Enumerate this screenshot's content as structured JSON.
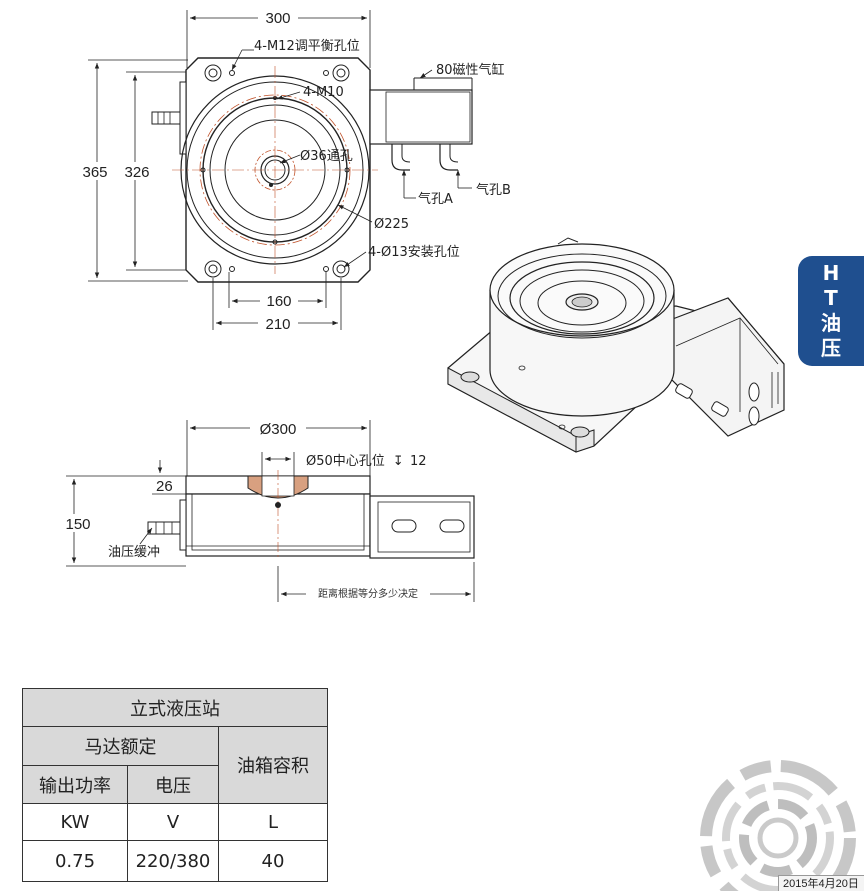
{
  "top_view": {
    "dim_width": "300",
    "dim_height_outer": "365",
    "dim_height_inner": "326",
    "dim_160": "160",
    "dim_210": "210",
    "label_m12": "4-M12调平衡孔位",
    "label_m10": "4-M10",
    "label_cylinder": "80磁性气缸",
    "label_through_hole": "Ø36通孔",
    "label_d225": "Ø225",
    "label_mount_holes": "4-Ø13安装孔位",
    "label_port_a": "气孔A",
    "label_port_b": "气孔B"
  },
  "side_view": {
    "dim_d300": "Ø300",
    "label_center_hole": "Ø50中心孔位",
    "depth_symbol": "↧",
    "depth_value": "12",
    "dim_26": "26",
    "dim_150": "150",
    "label_buffer": "油压缓冲",
    "label_distance": "距离根据等分多少决定"
  },
  "tab": {
    "line1": "H",
    "line2": "T",
    "line3": "油",
    "line4": "压"
  },
  "table": {
    "title": "立式液压站",
    "motor_rating": "马达额定",
    "tank_capacity": "油箱容积",
    "output_power": "输出功率",
    "voltage": "电压",
    "unit_kw": "KW",
    "unit_v": "V",
    "unit_l": "L",
    "val_power": "0.75",
    "val_voltage": "220/380",
    "val_capacity": "40"
  },
  "date_stamp": "2015年4月20日"
}
